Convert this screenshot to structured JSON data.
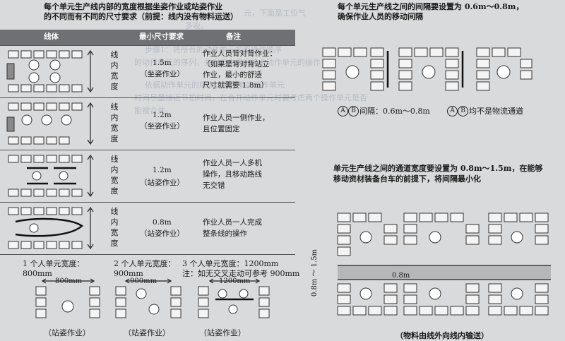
{
  "left": {
    "intro": [
      "每个单元生产线内部的宽度根据坐姿作业或站姿作业",
      "的不同而有不同的尺寸要求（前提：线内没有物料运送）"
    ],
    "table": {
      "headers": [
        "线体",
        "最小尺寸要求",
        "备注"
      ],
      "width_label_chars": [
        "线",
        "内",
        "宽",
        "度"
      ],
      "rows": [
        {
          "size": "1.5m",
          "mode": "（坐姿作业）",
          "note": [
            "作业人员背对背作业：",
            "（如果是背对背站立",
            "作业，最小的舒适",
            "尺寸就需要 1.8m）"
          ]
        },
        {
          "size": "1.2m",
          "mode": "（坐姿作业）",
          "note": [
            "作业人员一侧作业，",
            "且位置固定"
          ]
        },
        {
          "size": "1.2m",
          "mode": "（站姿作业）",
          "note": [
            "作业人员一人多机",
            "操作，且移动路线",
            "无交错"
          ]
        },
        {
          "size": "0.8m",
          "mode": "（站姿作业）",
          "note": [
            "作业人员一人完成",
            "整条线的操作"
          ]
        }
      ]
    },
    "bottom": {
      "one_person": "1 个人单元宽度：",
      "one_person_value": "800mm",
      "two_person": "2 个人单元宽度：",
      "two_person_value": "900mm",
      "three_person": "3 个人单元宽度：1200mm",
      "note": "注：如无交叉走动可参考 900mm",
      "dim1": "800mm",
      "dim2": "900mm",
      "dim3": "1200mm",
      "caption1": "（站姿作业）",
      "caption2": "（站姿作业）",
      "caption3": "（站姿作业）"
    }
  },
  "right": {
    "intro": [
      "每个单元生产线之间的间隔要设置为 0.6m～0.8m，",
      "确保作业人员的移动间隔"
    ],
    "circle_a": "A",
    "circle_b": "B",
    "gap_text": "间隔：0.6m～0.8m",
    "not_channel": "均不是物流通道",
    "channel_intro": [
      "单元生产线之间的通道宽度要设置为 0.8m～1.5m，在能够",
      "移动资材装备台车的前提下，将间隔最小化"
    ],
    "dim_vertical": "0.8m ～ 1.5m",
    "dim_08": "0.8m",
    "caption": "（物料由线外向线内输送）"
  },
  "ghost": {
    "line1": "元，下面是工位气",
    "line2": "多吸。",
    "line3": "步骤1：将所有的动作单元按照操作顺序",
    "line4": "的动作单元的序列，并据此生成出这个动作单元的操作",
    "line5": "依据动作单元的顺序，将所有的动作单元",
    "line6": "时间尽量接近节拍时间，在合并动作单元时要考虑两个操作单元是否",
    "line7": "能被合并。"
  }
}
